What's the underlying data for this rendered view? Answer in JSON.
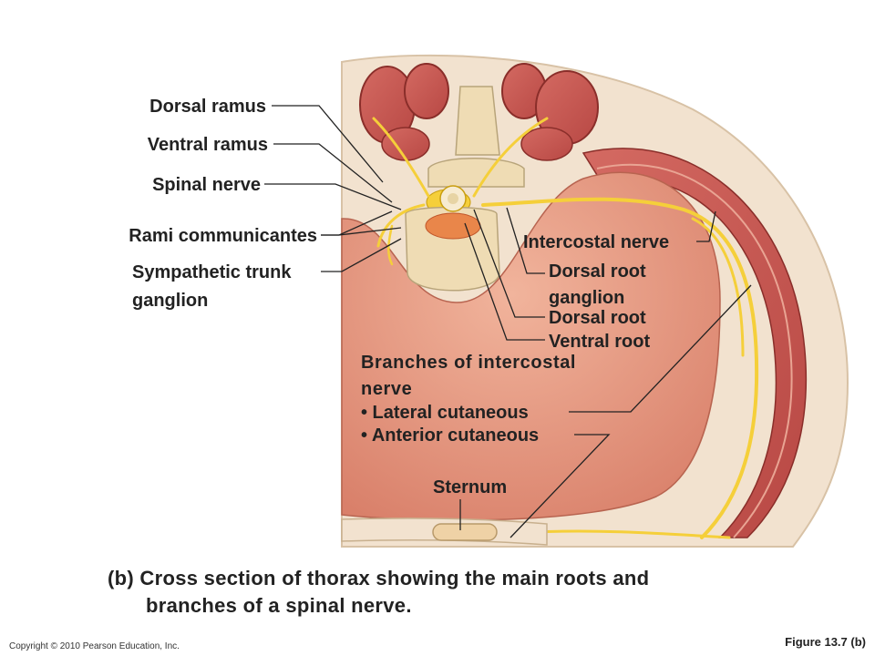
{
  "labels": {
    "dorsal_ramus": "Dorsal ramus",
    "ventral_ramus": "Ventral ramus",
    "spinal_nerve": "Spinal nerve",
    "rami_communicantes": "Rami communicantes",
    "sympathetic_trunk_line1": "Sympathetic trunk",
    "sympathetic_trunk_line2": "ganglion",
    "intercostal_nerve": "Intercostal nerve",
    "dorsal_root_ganglion_line1": "Dorsal root",
    "dorsal_root_ganglion_line2": "ganglion",
    "dorsal_root": "Dorsal root",
    "ventral_root": "Ventral root",
    "branches_line1": "Branches of intercostal",
    "branches_line2": "nerve",
    "lateral_cutaneous": "• Lateral cutaneous",
    "anterior_cutaneous": "• Anterior cutaneous",
    "sternum": "Sternum"
  },
  "caption": {
    "line1": "(b)  Cross section of thorax showing the main roots and",
    "line2": "branches of a spinal nerve."
  },
  "footer": {
    "copyright": "Copyright © 2010 Pearson Education, Inc.",
    "figure": "Figure 13.7 (b)"
  },
  "colors": {
    "body_wall": "#f2e2cf",
    "cavity": "#e4967c",
    "muscle": "#c85a55",
    "bone": "#efdcb4",
    "nerve": "#f5cf3a",
    "line": "#222222"
  }
}
